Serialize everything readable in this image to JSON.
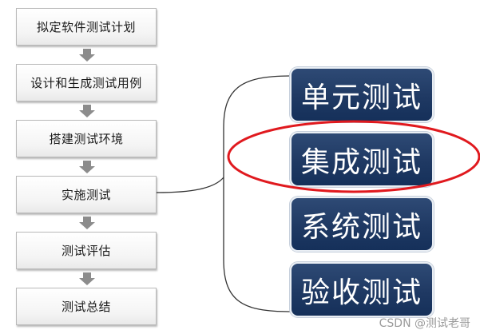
{
  "steps": [
    {
      "label": "拟定软件测试计划"
    },
    {
      "label": "设计和生成测试用例"
    },
    {
      "label": "搭建测试环境"
    },
    {
      "label": "实施测试"
    },
    {
      "label": "测试评估"
    },
    {
      "label": "测试总结"
    }
  ],
  "test_types": [
    {
      "label": "单元测试"
    },
    {
      "label": "集成测试"
    },
    {
      "label": "系统测试"
    },
    {
      "label": "验收测试"
    }
  ],
  "highlighted": "集成测试",
  "colors": {
    "step_fill": "#f4f4f4",
    "step_border": "#b9b9b9",
    "arrow": "#8c8c8c",
    "test_box": "#1f3963",
    "test_text": "#ffffff",
    "highlight_ellipse": "#e0191e",
    "connector": "#333333"
  },
  "watermark": "CSDN @测试老哥"
}
